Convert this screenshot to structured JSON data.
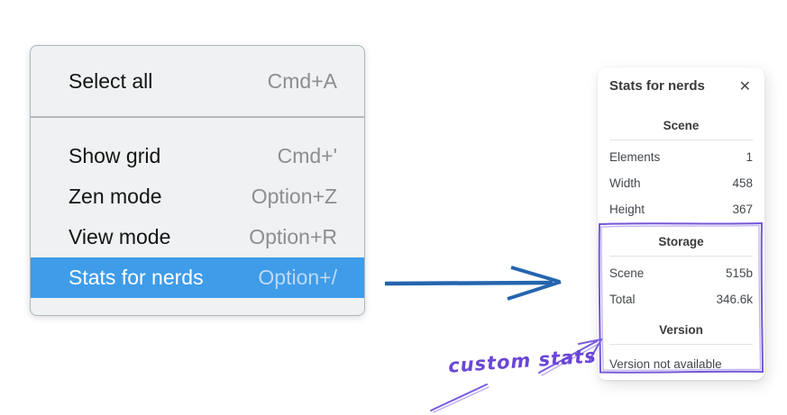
{
  "menu": {
    "items": [
      {
        "label": "Select all",
        "shortcut": "Cmd+A",
        "highlighted": false
      },
      {
        "label": "Show grid",
        "shortcut": "Cmd+'",
        "highlighted": false
      },
      {
        "label": "Zen mode",
        "shortcut": "Option+Z",
        "highlighted": false
      },
      {
        "label": "View mode",
        "shortcut": "Option+R",
        "highlighted": false
      },
      {
        "label": "Stats for nerds",
        "shortcut": "Option+/",
        "highlighted": true
      }
    ]
  },
  "stats_panel": {
    "title": "Stats for nerds",
    "close_icon": "✕",
    "sections": [
      {
        "heading": "Scene",
        "rows": [
          {
            "label": "Elements",
            "value": "1"
          },
          {
            "label": "Width",
            "value": "458"
          },
          {
            "label": "Height",
            "value": "367"
          }
        ]
      },
      {
        "heading": "Storage",
        "rows": [
          {
            "label": "Scene",
            "value": "515b"
          },
          {
            "label": "Total",
            "value": "346.6k"
          }
        ]
      },
      {
        "heading": "Version",
        "note": "Version not available"
      }
    ]
  },
  "annotation": {
    "label": "custom stats"
  },
  "colors": {
    "menu_highlight": "#3f9ce9",
    "menu_background": "#eff1f2",
    "flow_arrow_blue": "#2565ae",
    "annotation_purple": "#7a5ce0",
    "annotation_text_purple": "#6b46d6"
  }
}
